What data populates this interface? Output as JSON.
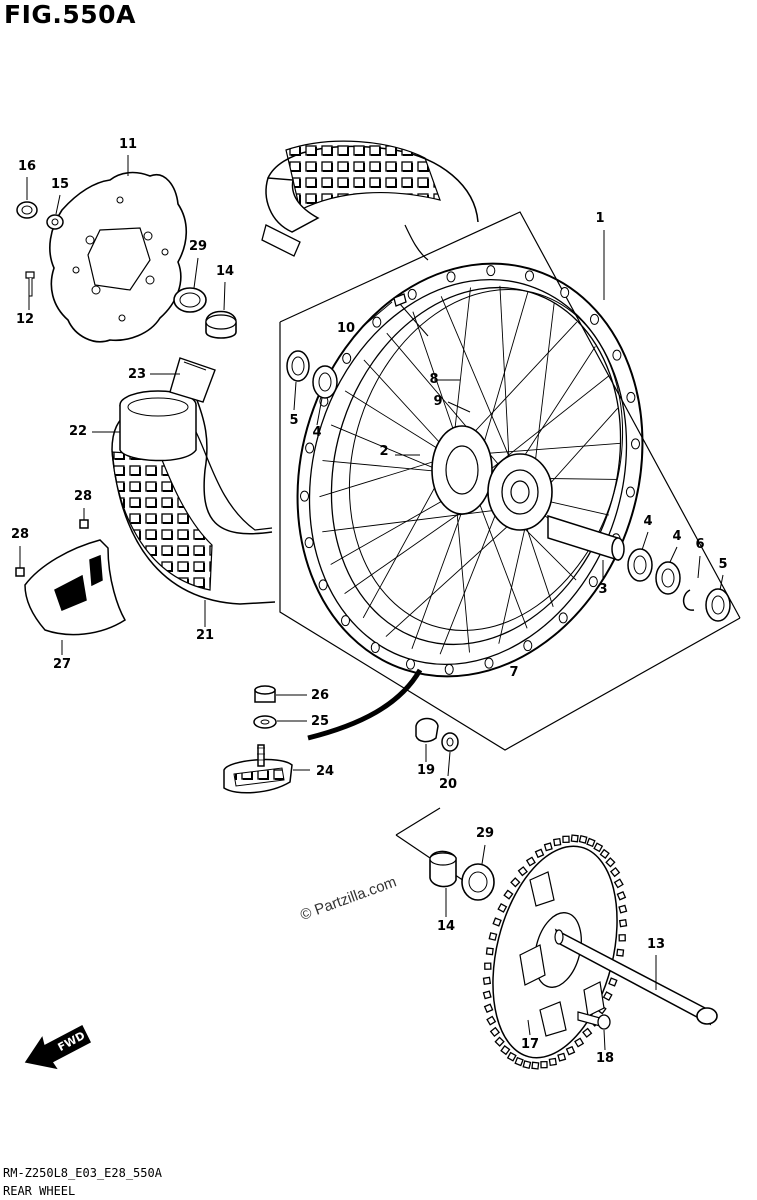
{
  "figure": {
    "title": "FIG.550A",
    "model_code": "RM-Z250L8_E03_E28_550A",
    "caption": "REAR WHEEL",
    "watermark": "© Partzilla.com",
    "fwd_label": "FWD"
  },
  "part_labels": [
    {
      "id": "p1",
      "number": "1"
    },
    {
      "id": "p2",
      "number": "2"
    },
    {
      "id": "p3",
      "number": "3"
    },
    {
      "id": "p4a",
      "number": "4"
    },
    {
      "id": "p4b",
      "number": "4"
    },
    {
      "id": "p4c",
      "number": "4"
    },
    {
      "id": "p5a",
      "number": "5"
    },
    {
      "id": "p5b",
      "number": "5"
    },
    {
      "id": "p6",
      "number": "6"
    },
    {
      "id": "p7",
      "number": "7"
    },
    {
      "id": "p8",
      "number": "8"
    },
    {
      "id": "p9",
      "number": "9"
    },
    {
      "id": "p10",
      "number": "10"
    },
    {
      "id": "p11",
      "number": "11"
    },
    {
      "id": "p12",
      "number": "12"
    },
    {
      "id": "p13",
      "number": "13"
    },
    {
      "id": "p14a",
      "number": "14"
    },
    {
      "id": "p14b",
      "number": "14"
    },
    {
      "id": "p15",
      "number": "15"
    },
    {
      "id": "p16",
      "number": "16"
    },
    {
      "id": "p17",
      "number": "17"
    },
    {
      "id": "p18",
      "number": "18"
    },
    {
      "id": "p19",
      "number": "19"
    },
    {
      "id": "p20",
      "number": "20"
    },
    {
      "id": "p21",
      "number": "21"
    },
    {
      "id": "p22",
      "number": "22"
    },
    {
      "id": "p23",
      "number": "23"
    },
    {
      "id": "p24",
      "number": "24"
    },
    {
      "id": "p25",
      "number": "25"
    },
    {
      "id": "p26",
      "number": "26"
    },
    {
      "id": "p27",
      "number": "27"
    },
    {
      "id": "p28a",
      "number": "28"
    },
    {
      "id": "p28b",
      "number": "28"
    },
    {
      "id": "p29a",
      "number": "29"
    },
    {
      "id": "p29b",
      "number": "29"
    }
  ]
}
